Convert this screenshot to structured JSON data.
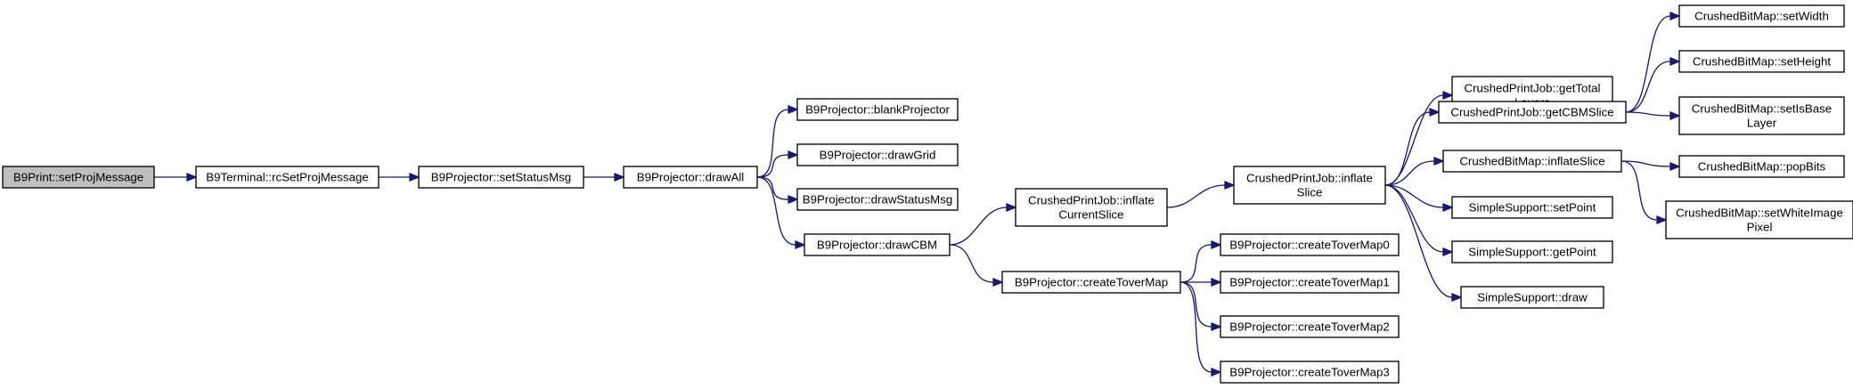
{
  "graph": {
    "direction": "left-to-right",
    "edge_color": "#191970",
    "root_fill": "#bfbfbf",
    "nodes": [
      {
        "id": "n0",
        "lines": [
          "B9Print::setProjMessage"
        ],
        "root": true
      },
      {
        "id": "n1",
        "lines": [
          "B9Terminal::rcSetProjMessage"
        ]
      },
      {
        "id": "n2",
        "lines": [
          "B9Projector::setStatusMsg"
        ]
      },
      {
        "id": "n3",
        "lines": [
          "B9Projector::drawAll"
        ]
      },
      {
        "id": "n4",
        "lines": [
          "B9Projector::blankProjector"
        ]
      },
      {
        "id": "n5",
        "lines": [
          "B9Projector::drawGrid"
        ]
      },
      {
        "id": "n6",
        "lines": [
          "B9Projector::drawStatusMsg"
        ]
      },
      {
        "id": "n7",
        "lines": [
          "B9Projector::drawCBM"
        ]
      },
      {
        "id": "n8",
        "lines": [
          "CrushedPrintJob::inflate",
          "CurrentSlice"
        ]
      },
      {
        "id": "n9",
        "lines": [
          "B9Projector::createToverMap"
        ]
      },
      {
        "id": "n10",
        "lines": [
          "CrushedPrintJob::inflate",
          "Slice"
        ]
      },
      {
        "id": "n11",
        "lines": [
          "B9Projector::createToverMap0"
        ]
      },
      {
        "id": "n12",
        "lines": [
          "B9Projector::createToverMap1"
        ]
      },
      {
        "id": "n13",
        "lines": [
          "B9Projector::createToverMap2"
        ]
      },
      {
        "id": "n14",
        "lines": [
          "B9Projector::createToverMap3"
        ]
      },
      {
        "id": "n15",
        "lines": [
          "CrushedPrintJob::getTotal",
          "Layers"
        ]
      },
      {
        "id": "n16",
        "lines": [
          "CrushedPrintJob::getCBMSlice"
        ]
      },
      {
        "id": "n17",
        "lines": [
          "CrushedBitMap::inflateSlice"
        ]
      },
      {
        "id": "n18",
        "lines": [
          "SimpleSupport::setPoint"
        ]
      },
      {
        "id": "n19",
        "lines": [
          "SimpleSupport::getPoint"
        ]
      },
      {
        "id": "n20",
        "lines": [
          "SimpleSupport::draw"
        ]
      },
      {
        "id": "n21",
        "lines": [
          "CrushedBitMap::setWidth"
        ]
      },
      {
        "id": "n22",
        "lines": [
          "CrushedBitMap::setHeight"
        ]
      },
      {
        "id": "n23",
        "lines": [
          "CrushedBitMap::setIsBase",
          "Layer"
        ]
      },
      {
        "id": "n24",
        "lines": [
          "CrushedBitMap::popBits"
        ]
      },
      {
        "id": "n25",
        "lines": [
          "CrushedBitMap::setWhiteImage",
          "Pixel"
        ]
      }
    ],
    "edges": [
      {
        "from": "n0",
        "to": "n1"
      },
      {
        "from": "n1",
        "to": "n2"
      },
      {
        "from": "n2",
        "to": "n3"
      },
      {
        "from": "n3",
        "to": "n4"
      },
      {
        "from": "n3",
        "to": "n5"
      },
      {
        "from": "n3",
        "to": "n6"
      },
      {
        "from": "n3",
        "to": "n7"
      },
      {
        "from": "n7",
        "to": "n8"
      },
      {
        "from": "n7",
        "to": "n9"
      },
      {
        "from": "n8",
        "to": "n10"
      },
      {
        "from": "n9",
        "to": "n11"
      },
      {
        "from": "n9",
        "to": "n12"
      },
      {
        "from": "n9",
        "to": "n13"
      },
      {
        "from": "n9",
        "to": "n14"
      },
      {
        "from": "n10",
        "to": "n15"
      },
      {
        "from": "n10",
        "to": "n16"
      },
      {
        "from": "n10",
        "to": "n17"
      },
      {
        "from": "n10",
        "to": "n18"
      },
      {
        "from": "n10",
        "to": "n19"
      },
      {
        "from": "n10",
        "to": "n20"
      },
      {
        "from": "n16",
        "to": "n21"
      },
      {
        "from": "n16",
        "to": "n22"
      },
      {
        "from": "n16",
        "to": "n23"
      },
      {
        "from": "n17",
        "to": "n24"
      },
      {
        "from": "n17",
        "to": "n25"
      }
    ]
  }
}
